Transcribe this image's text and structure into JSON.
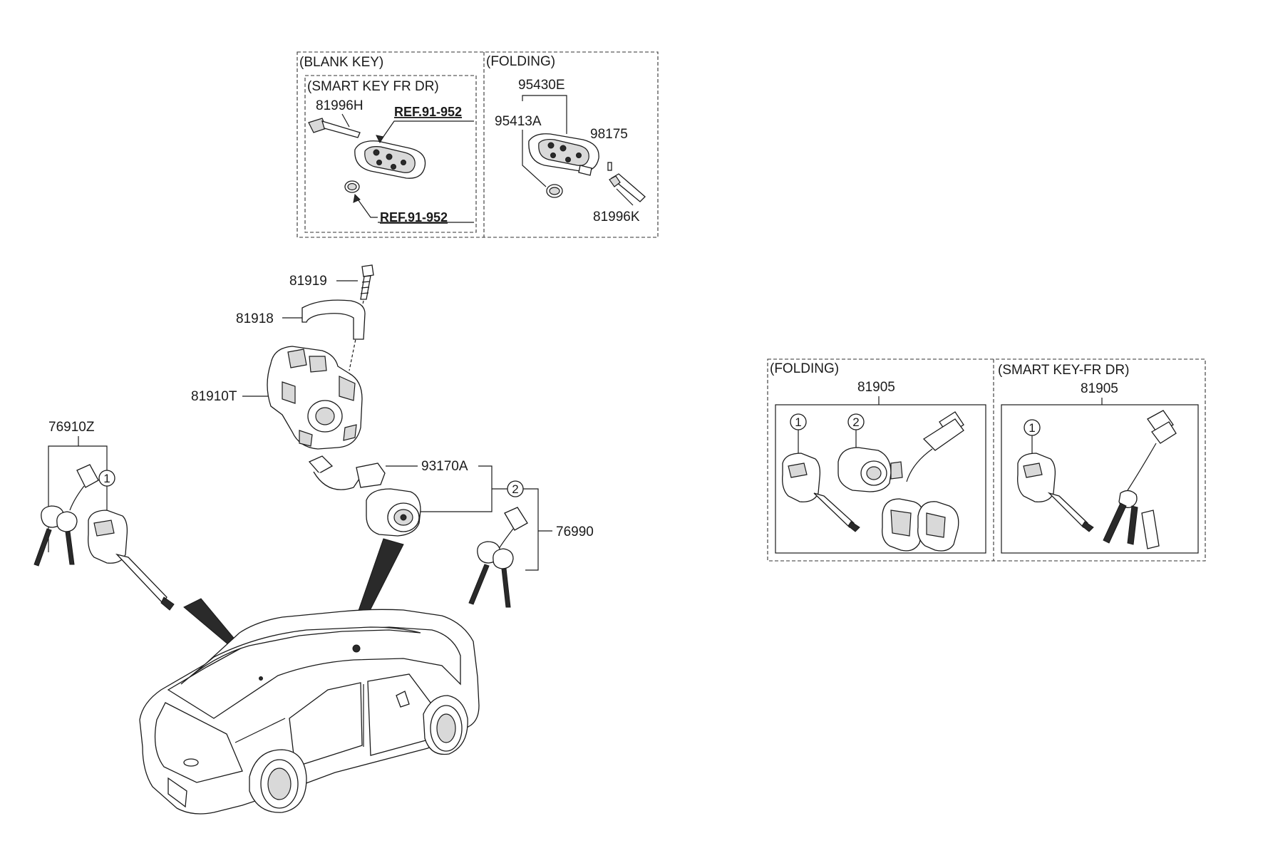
{
  "kits": {
    "blank_key": "(BLANK KEY)",
    "smart_key_fr_dr": "(SMART KEY FR DR)",
    "folding_top": "(FOLDING)",
    "folding_right": "(FOLDING)",
    "smart_key_fr_dr_right": "(SMART KEY-FR DR)"
  },
  "refs": {
    "ref_upper": "REF.91-952",
    "ref_lower": "REF.91-952"
  },
  "parts": {
    "p81996H": "81996H",
    "p95430E": "95430E",
    "p95413A": "95413A",
    "p98175": "98175",
    "p81996K": "81996K",
    "p81919": "81919",
    "p81918": "81918",
    "p81910T": "81910T",
    "p76910Z": "76910Z",
    "p93170A": "93170A",
    "p76990": "76990",
    "p81905_folding": "81905",
    "p81905_smart": "81905"
  },
  "callouts": {
    "c1_left": "1",
    "c2_center": "2",
    "c1_folding": "1",
    "c2_folding": "2",
    "c1_smart": "1"
  }
}
